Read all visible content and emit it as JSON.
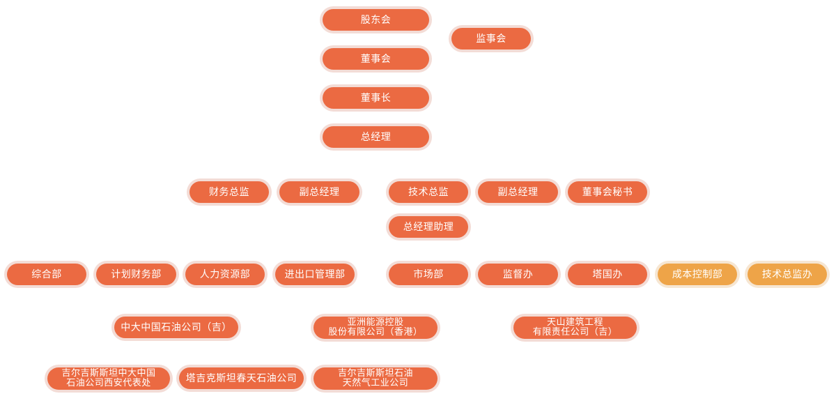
{
  "top": {
    "shareholders": "股东会",
    "supervisory_board": "监事会",
    "board": "董事会",
    "chairman": "董事长",
    "general_manager": "总经理"
  },
  "executives": {
    "finance_director": "财务总监",
    "deputy_gm_1": "副总经理",
    "technical_director": "技术总监",
    "deputy_gm_2": "副总经理",
    "board_secretary": "董事会秘书",
    "gm_assistant": "总经理助理"
  },
  "departments": {
    "general_dept": "综合部",
    "planning_finance_dept": "计划财务部",
    "hr_dept": "人力资源部",
    "import_export_dept": "进出口管理部",
    "market_dept": "市场部",
    "supervision_office": "监督办",
    "tajik_office": "塔国办",
    "cost_control_dept": "成本控制部",
    "tech_supervision_office": "技术总监办"
  },
  "companies": {
    "zhongda_kyrgyz": "中大中国石油公司（吉）",
    "asia_pacific_energy": "亚洲能源控股\n股份有限公司（香港）",
    "tianshan_construction": "天山建筑工程\n有限责任公司（吉）",
    "kyrgyz_rep_office": "吉尔吉斯斯坦中大中国\n石油公司西安代表处",
    "tajik_chuntian": "塔吉克斯坦春天石油公司",
    "kyrgyz_gas": "吉尔吉斯斯坦石油\n天然气工业公司"
  },
  "colors": {
    "primary": "#eb6a42",
    "secondary": "#eea448",
    "outline": "#f3dcd6"
  }
}
